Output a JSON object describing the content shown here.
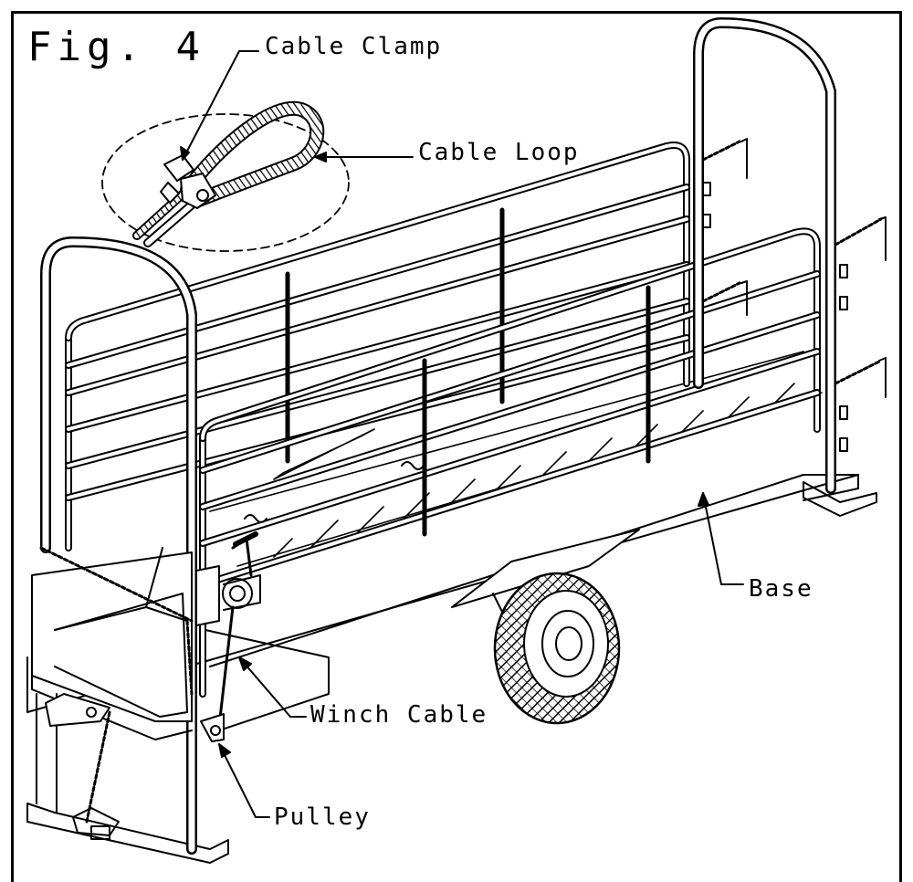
{
  "figure": {
    "title": "Fig. 4"
  },
  "labels": {
    "cable_clamp": "Cable Clamp",
    "cable_loop": "Cable Loop",
    "base": "Base",
    "winch_cable": "Winch Cable",
    "pulley": "Pulley"
  },
  "colors": {
    "ink": "#000000",
    "paper": "#ffffff"
  }
}
